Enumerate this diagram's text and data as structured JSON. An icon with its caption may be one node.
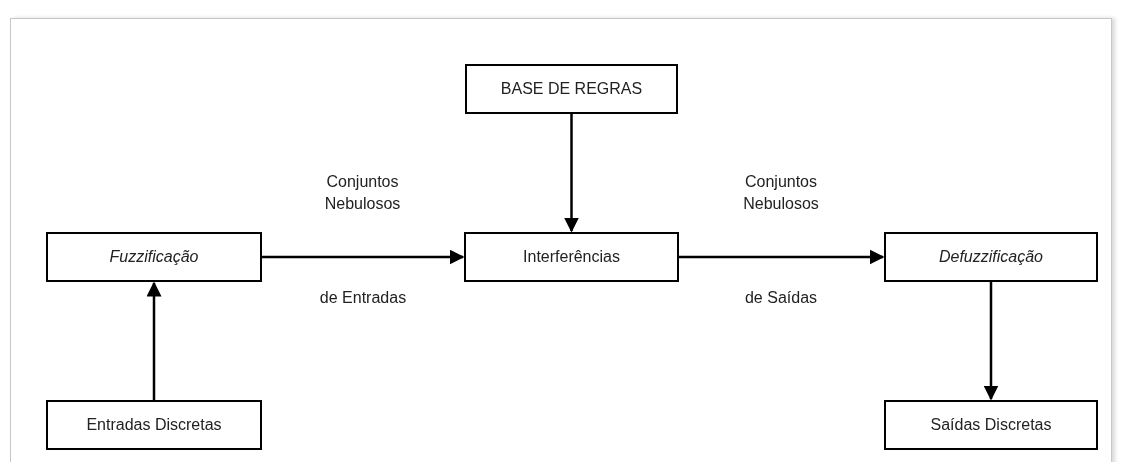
{
  "diagram": {
    "nodes": [
      {
        "text": [
          "BASE DE REGRAS"
        ]
      },
      {
        "text": [
          "Fuzzificação"
        ]
      },
      {
        "text": [
          "Interferências"
        ]
      },
      {
        "text": [
          "Defuzzificação"
        ]
      },
      {
        "text": [
          "Entradas Discretas"
        ]
      },
      {
        "text": [
          "Saídas Discretas"
        ]
      }
    ],
    "edges": [
      {
        "from": 0,
        "to": 2,
        "arrow": "to"
      },
      {
        "from": 1,
        "to": 2,
        "arrow": "to",
        "label": "Conjuntos Nebulosos"
      },
      {
        "from": 2,
        "to": 3,
        "arrow": "to",
        "label": "Conjuntos Nebulosos"
      },
      {
        "from": 3,
        "to": 5,
        "arrow": "to"
      },
      {
        "from": 4,
        "to": 1,
        "arrow": "to"
      }
    ],
    "labels": [
      "de Entradas",
      "de Saídas"
    ]
  }
}
